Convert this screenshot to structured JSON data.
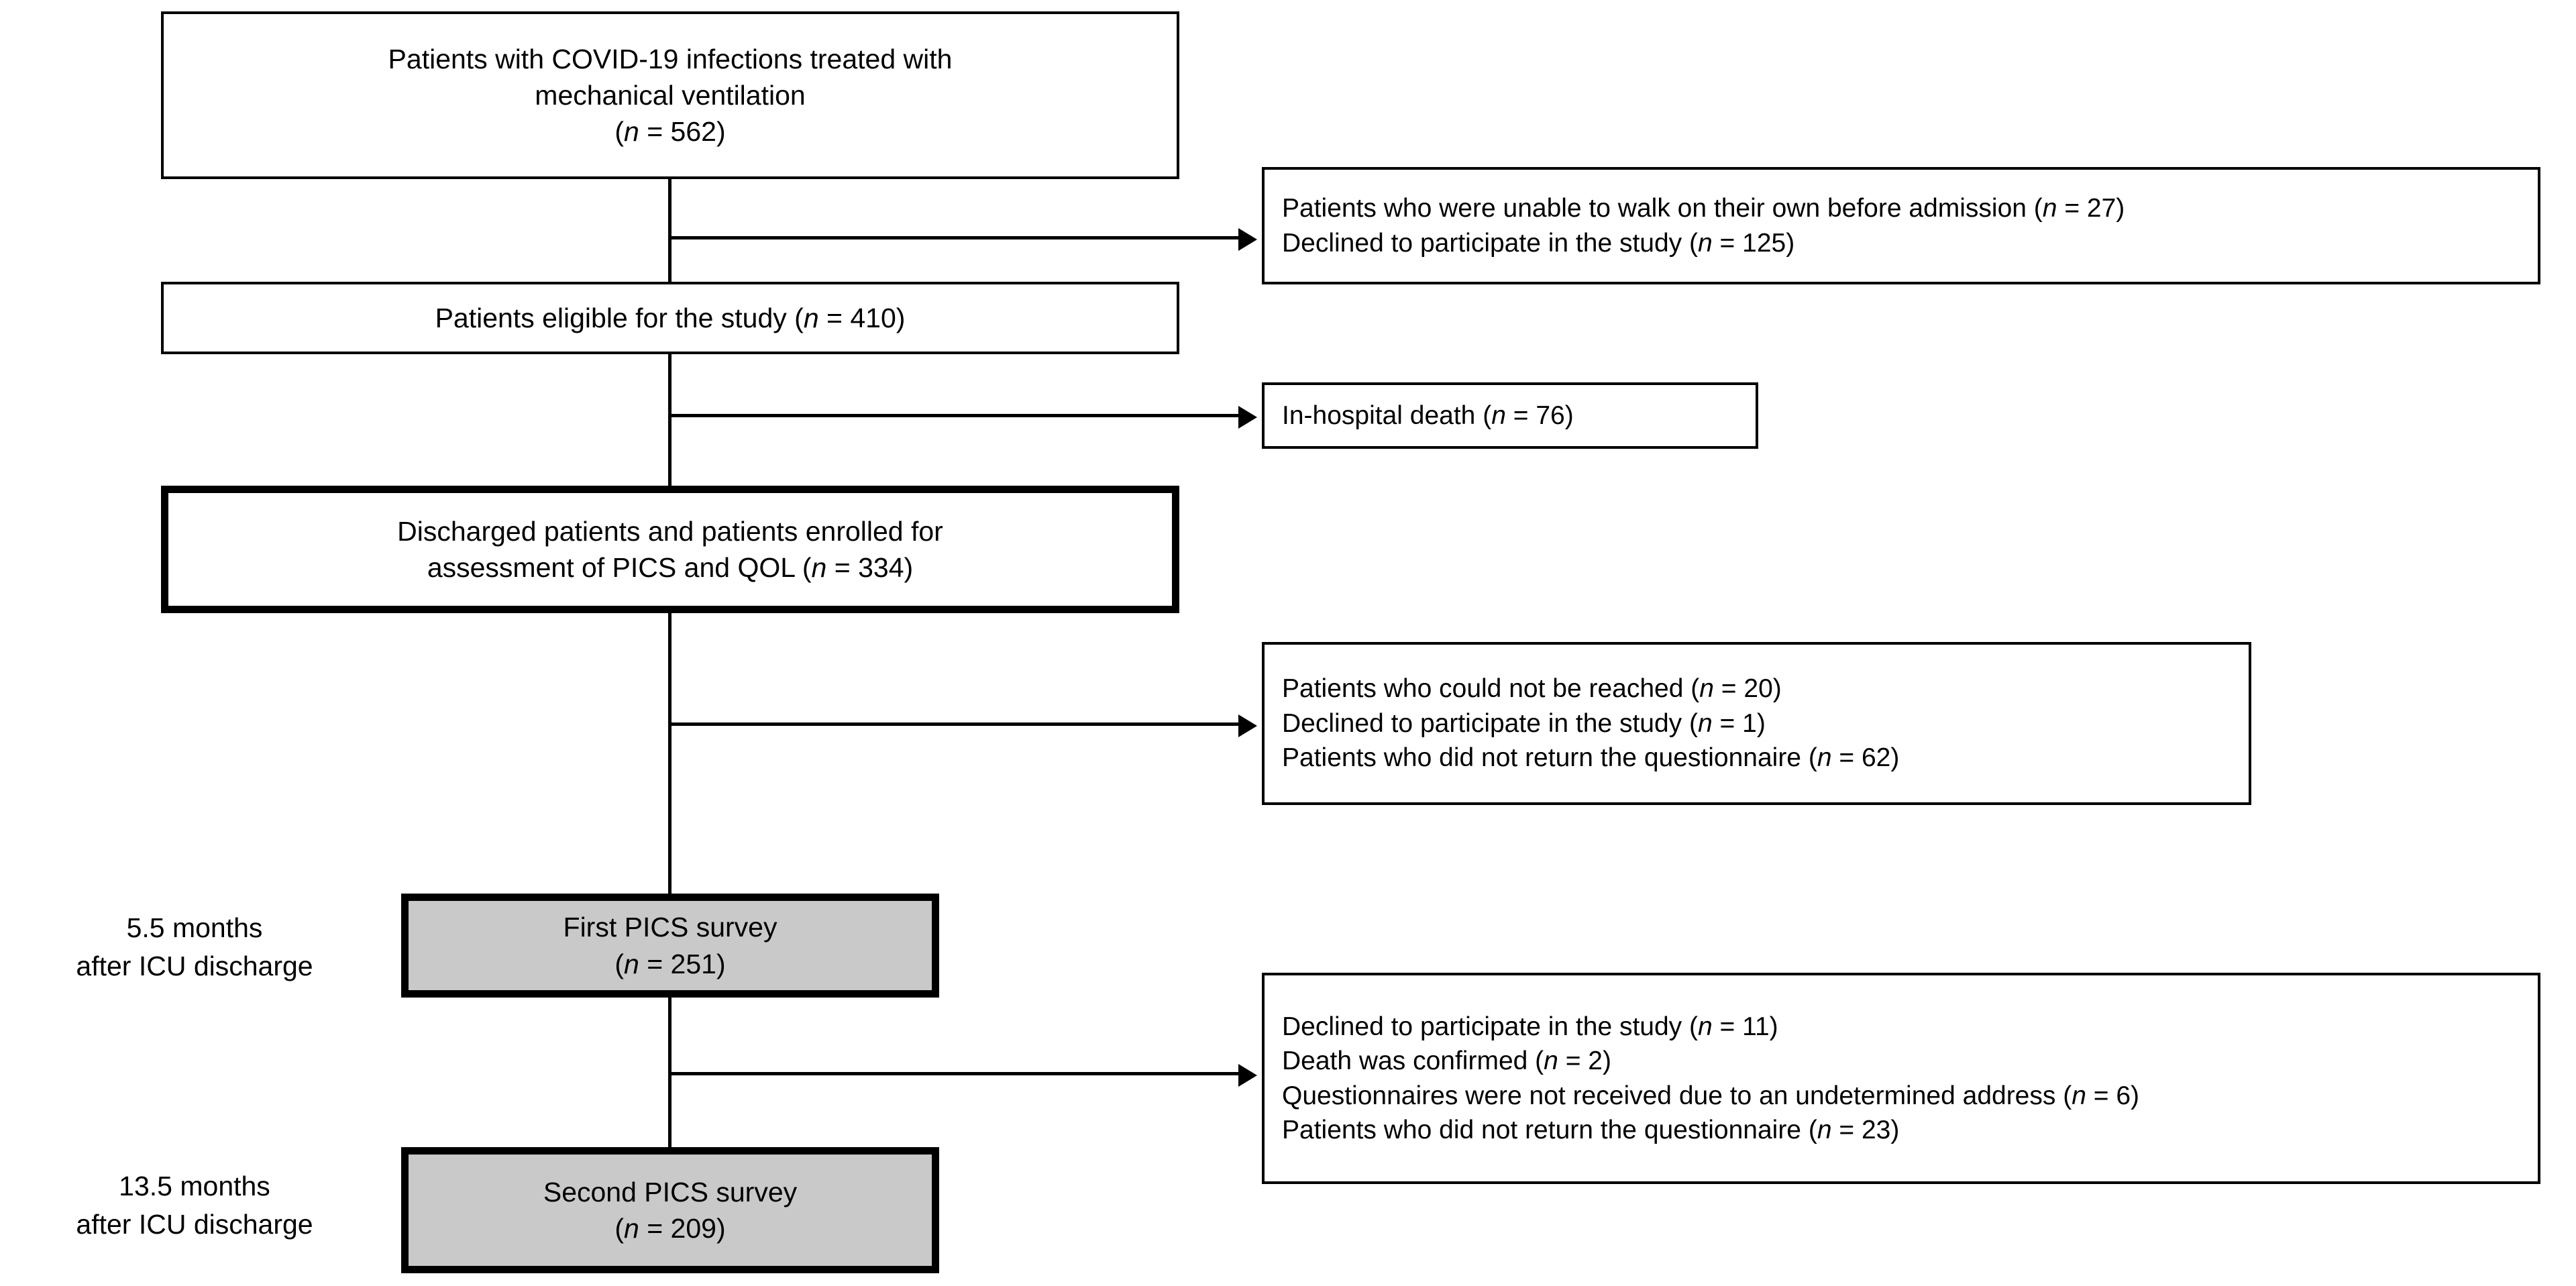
{
  "figure": {
    "type": "study-flow-diagram",
    "title": "Patient enrollment flow for PICS and QOL assessment"
  },
  "nodes": {
    "screened": {
      "lines": [
        "Patients with COVID-19 infections treated with",
        "mechanical ventilation",
        "(n = 562)"
      ],
      "n": 562,
      "style": "plain"
    },
    "eligible": {
      "lines": [
        "Patients eligible for the study (n = 410)"
      ],
      "n": 410,
      "style": "plain"
    },
    "enrolled": {
      "lines": [
        "Discharged patients and patients enrolled for",
        "assessment of PICS and QOL (n = 334)"
      ],
      "n": 334,
      "style": "bold"
    },
    "first_survey": {
      "lines": [
        "First PICS survey",
        "(n = 251)"
      ],
      "n": 251,
      "style": "shaded"
    },
    "second_survey": {
      "lines": [
        "Second PICS survey",
        "(n = 209)"
      ],
      "n": 209,
      "style": "shaded"
    }
  },
  "exclusions": {
    "after_screening": {
      "lines": [
        "Patients who were unable to walk on their own before admission (n = 27)",
        "Declined to participate in the study (n = 125)"
      ],
      "counts": [
        27,
        125
      ]
    },
    "after_eligible": {
      "lines": [
        "In-hospital death (n = 76)"
      ],
      "counts": [
        76
      ]
    },
    "after_enrolled": {
      "lines": [
        "Patients who could not be reached (n = 20)",
        "Declined to participate in the study (n = 1)",
        "Patients who did not return the questionnaire (n = 62)"
      ],
      "counts": [
        20,
        1,
        62
      ]
    },
    "after_first_survey": {
      "lines": [
        "Declined to participate in the study (n = 11)",
        "Death was confirmed (n = 2)",
        "Questionnaires were not received due to an undetermined address (n = 6)",
        "Patients who did not return the questionnaire (n = 23)"
      ],
      "counts": [
        11,
        2,
        6,
        23
      ]
    }
  },
  "side_labels": {
    "first_survey": {
      "lines": [
        "5.5 months",
        "after ICU discharge"
      ],
      "months": 5.5
    },
    "second_survey": {
      "lines": [
        "13.5 months",
        "after ICU discharge"
      ],
      "months": 13.5
    }
  },
  "colors": {
    "stroke": "#000000",
    "background": "#ffffff",
    "shaded_fill": "#c9c9c9"
  }
}
